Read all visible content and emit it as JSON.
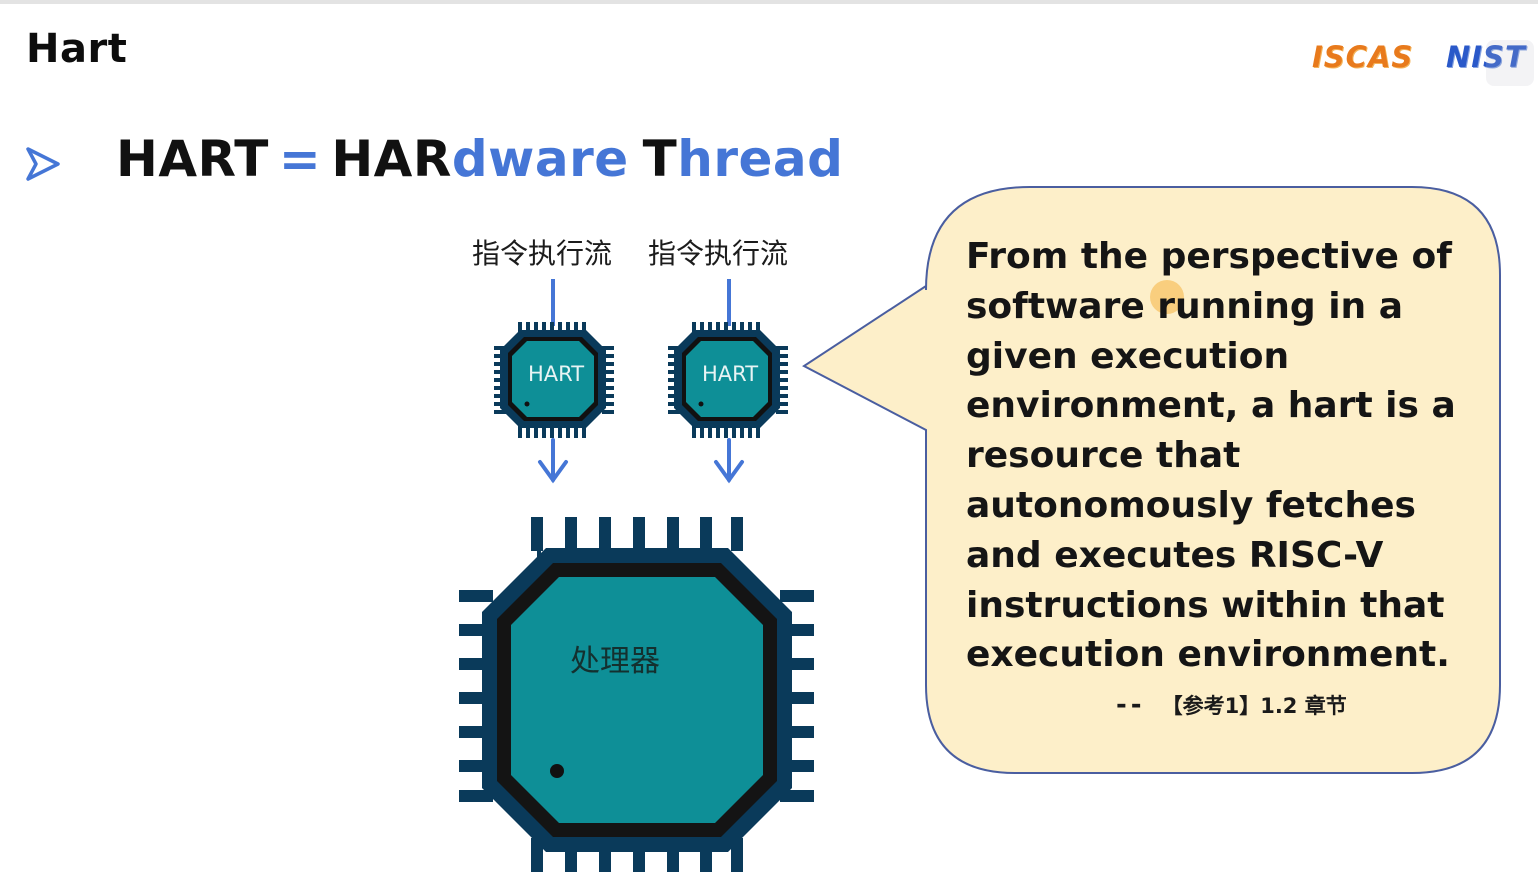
{
  "slide": {
    "title": "Hart",
    "logos": {
      "left": "ISCAS",
      "right": "NIST"
    }
  },
  "heading": {
    "part1_bold": "HART",
    "equals": "=",
    "part2_bold": "HAR",
    "part2_blue": "dware",
    "part3_bold": "T",
    "part3_blue": "hread"
  },
  "diagram": {
    "flow_labels": [
      "指令执行流",
      "指令执行流"
    ],
    "hart_labels": [
      "HART",
      "HART"
    ],
    "processor_label": "处理器",
    "colors": {
      "chip_body": "#0e8f97",
      "chip_frame": "#0a3a5a",
      "pins": "#0a3a5a",
      "arrow": "#4576d6"
    }
  },
  "callout": {
    "lines": [
      "From the perspective of",
      "software running in a",
      "given execution",
      "environment, a hart is a",
      "resource that",
      "autonomously fetches",
      "and executes RISC-V",
      "instructions within that",
      "execution environment."
    ],
    "citation_dash": "--",
    "citation": "【参考1】1.2 章节",
    "colors": {
      "fill": "#fdefc9",
      "border": "#4a5ea0"
    }
  }
}
